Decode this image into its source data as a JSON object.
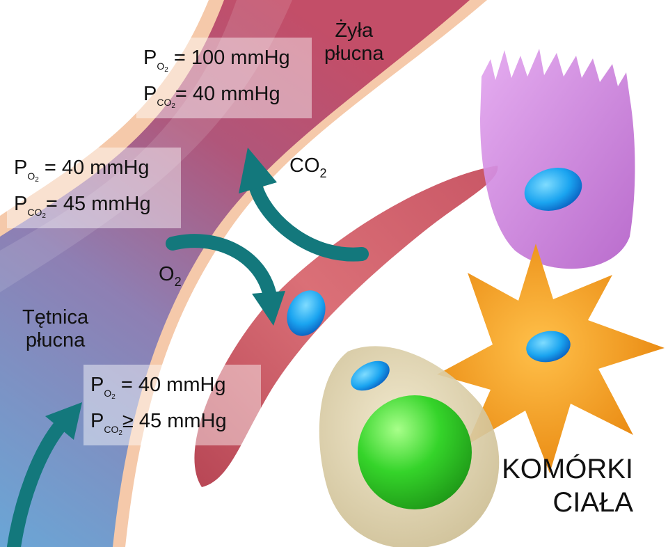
{
  "labels": {
    "pulmonary_vein": [
      "Żyła",
      "płucna"
    ],
    "pulmonary_artery": [
      "Tętnica",
      "płucna"
    ],
    "co2": {
      "main": "CO",
      "sub": "2"
    },
    "o2": {
      "main": "O",
      "sub": "2"
    },
    "body_cells": [
      "KOMÓRKI",
      "CIAŁA"
    ]
  },
  "pressures": {
    "vein": {
      "po2": {
        "symbol": "P",
        "sub": "O",
        "subsub": "2",
        "relation": "=",
        "value": "100 mmHg"
      },
      "pco2": {
        "symbol": "P",
        "sub": "CO",
        "subsub": "2",
        "relation": "=",
        "value": "40 mmHg"
      }
    },
    "capillary": {
      "po2": {
        "symbol": "P",
        "sub": "O",
        "subsub": "2",
        "relation": "=",
        "value": "40 mmHg"
      },
      "pco2": {
        "symbol": "P",
        "sub": "CO",
        "subsub": "2",
        "relation": "=",
        "value": "45 mmHg"
      }
    },
    "artery": {
      "po2": {
        "symbol": "P",
        "sub": "O",
        "subsub": "2",
        "relation": "=",
        "value": "40 mmHg"
      },
      "pco2": {
        "symbol": "P",
        "sub": "CO",
        "subsub": "2",
        "relation": "≥",
        "value": "45 mmHg"
      }
    }
  },
  "colors": {
    "arrow": "#13787c",
    "vessel_vein": "#b84a66",
    "vessel_artery": "#5f9acb",
    "vessel_wall": "#f4c7a8",
    "red_cell": "#c94a55",
    "nucleus": "#1e90ff",
    "purple_cell": "#c77ad6",
    "orange_cell": "#f29a1f",
    "beige_cell": "#dbcfa8",
    "green_nucleus": "#33d62a"
  }
}
